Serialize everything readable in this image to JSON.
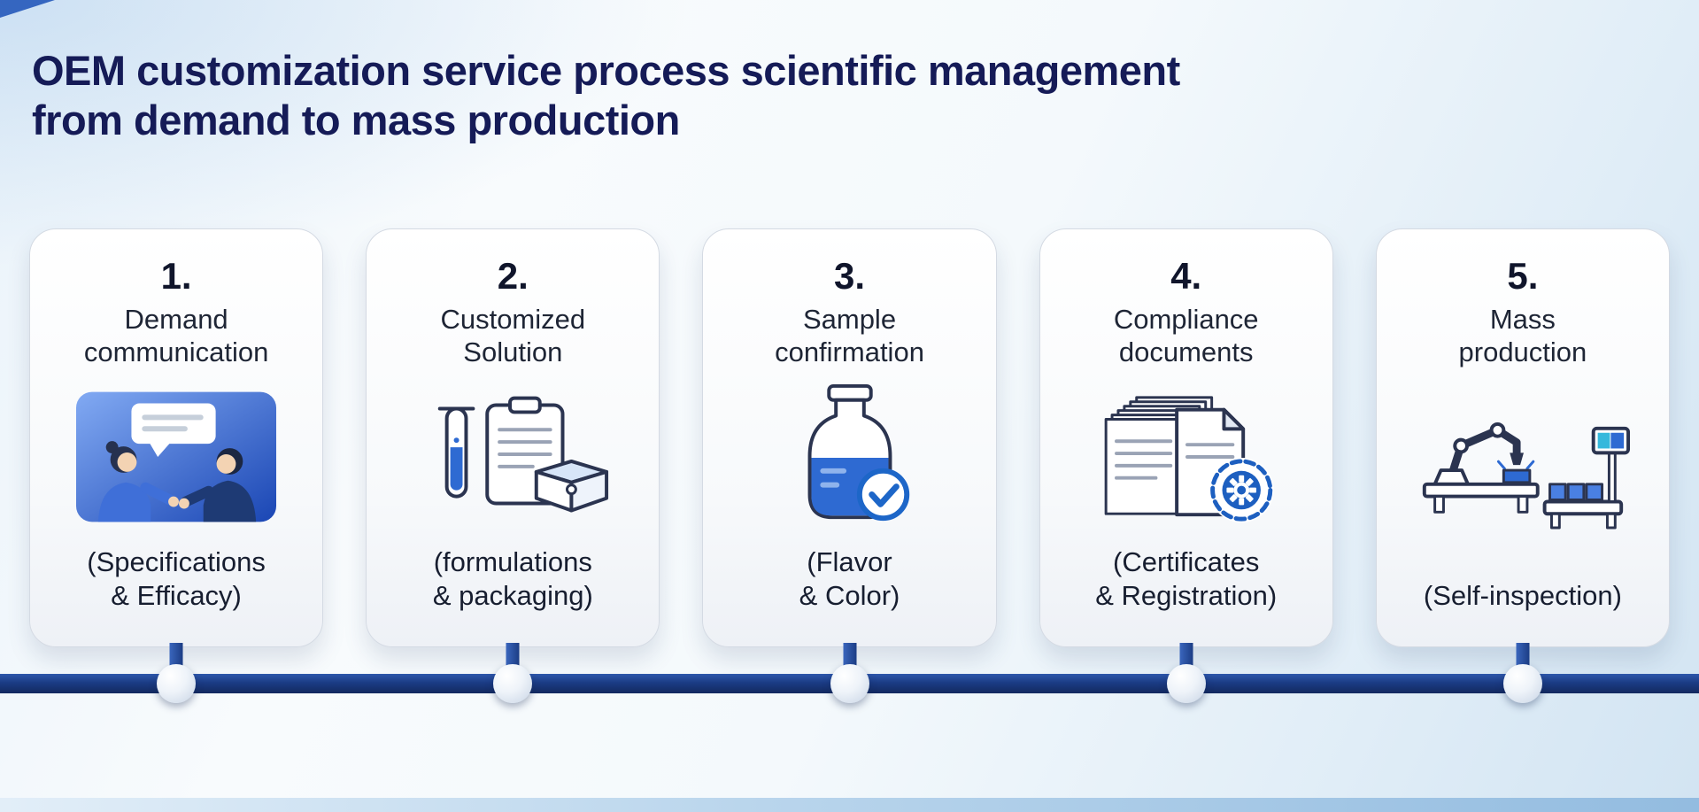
{
  "page": {
    "title": "OEM customization service process scientific management\nfrom demand to mass production"
  },
  "colors": {
    "title_text": "#151b57",
    "accent_blue": "#2e6ad2",
    "outline_navy": "#2b3450",
    "timeline_dark": "#13295f",
    "timeline_mid": "#2e57ab",
    "card_background": "#ffffff"
  },
  "steps": [
    {
      "number": "1.",
      "title": "Demand\ncommunication",
      "subtitle": "(Specifications\n& Efficacy)",
      "icon": "communication-icon"
    },
    {
      "number": "2.",
      "title": "Customized\nSolution",
      "subtitle": "(formulations\n& packaging)",
      "icon": "solution-icon"
    },
    {
      "number": "3.",
      "title": "Sample\nconfirmation",
      "subtitle": "(Flavor\n& Color)",
      "icon": "sample-icon"
    },
    {
      "number": "4.",
      "title": "Compliance\ndocuments",
      "subtitle": "(Certificates\n& Registration)",
      "icon": "compliance-icon"
    },
    {
      "number": "5.",
      "title": "Mass\nproduction",
      "subtitle": "(Self-inspection)",
      "icon": "production-icon"
    }
  ]
}
